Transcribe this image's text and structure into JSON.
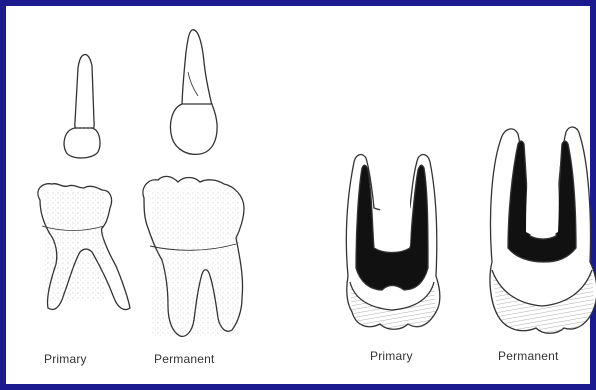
{
  "captions": {
    "left_primary": "Primary",
    "left_permanent": "Permanent",
    "right_primary": "Primary",
    "right_permanent": "Permanent"
  },
  "colors": {
    "border": "#1c1a8f",
    "line": "#333333",
    "pulp": "#111111",
    "background": "#ffffff"
  },
  "icons": {
    "primary_incisor": "tooth-outline-drawing",
    "permanent_incisor": "tooth-outline-drawing",
    "primary_molar": "tooth-outline-drawing",
    "permanent_molar": "tooth-outline-drawing",
    "primary_molar_section": "tooth-cross-section-drawing",
    "permanent_molar_section": "tooth-cross-section-drawing"
  }
}
